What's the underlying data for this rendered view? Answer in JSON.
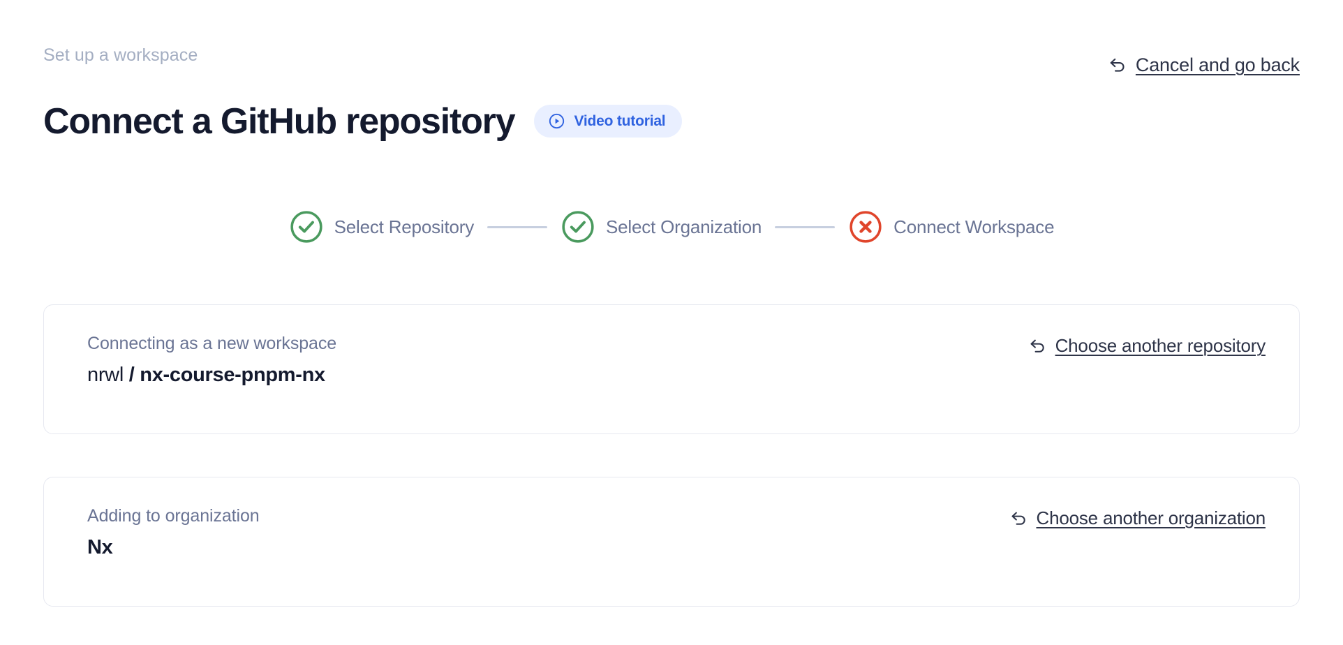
{
  "header": {
    "eyebrow": "Set up a workspace",
    "title": "Connect a GitHub repository",
    "video_badge": {
      "label": "Video tutorial",
      "icon": "play-circle-icon",
      "text_color": "#2f62e0",
      "background_color": "#e9efff"
    },
    "cancel_link": {
      "label": "Cancel and go back",
      "icon": "undo-arrow-icon"
    }
  },
  "stepper": {
    "connector_color": "#c7cfdf",
    "steps": [
      {
        "label": "Select Repository",
        "state": "complete",
        "icon": "check-circle-icon",
        "color": "#4a9a5e"
      },
      {
        "label": "Select Organization",
        "state": "complete",
        "icon": "check-circle-icon",
        "color": "#4a9a5e"
      },
      {
        "label": "Connect Workspace",
        "state": "error",
        "icon": "x-circle-icon",
        "color": "#e0452b"
      }
    ]
  },
  "cards": {
    "repository": {
      "caption": "Connecting as a new workspace",
      "owner": "nrwl",
      "separator": "/",
      "name": "nx-course-pnpm-nx",
      "action": {
        "label": "Choose another repository",
        "icon": "undo-arrow-icon"
      }
    },
    "organization": {
      "caption": "Adding to organization",
      "value": "Nx",
      "action": {
        "label": "Choose another organization",
        "icon": "undo-arrow-icon"
      }
    }
  }
}
